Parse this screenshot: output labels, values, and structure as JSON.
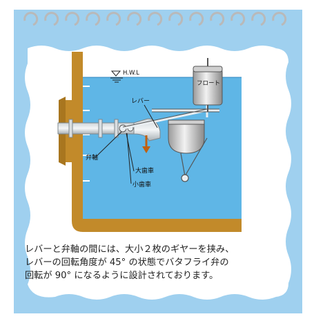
{
  "labels": {
    "hwl": "H.W.L",
    "lever": "レバー",
    "float": "フロート",
    "valve_shaft": "弁軸",
    "large_gear": "大歯車",
    "small_gear": "小歯車"
  },
  "caption": {
    "line1": "レバーと弁軸の間には、大小２枚のギヤーを挟み、",
    "line2": "レバーの回転角度が 45° の状態でバタフライ弁の",
    "line3": "回転が 90° になるように設計されております。"
  },
  "colors": {
    "frame": "#9fd0ef",
    "water": "#5fb6e6",
    "wall": "#c28a2a",
    "card": "#ffffff",
    "arrow": "#c06010"
  }
}
